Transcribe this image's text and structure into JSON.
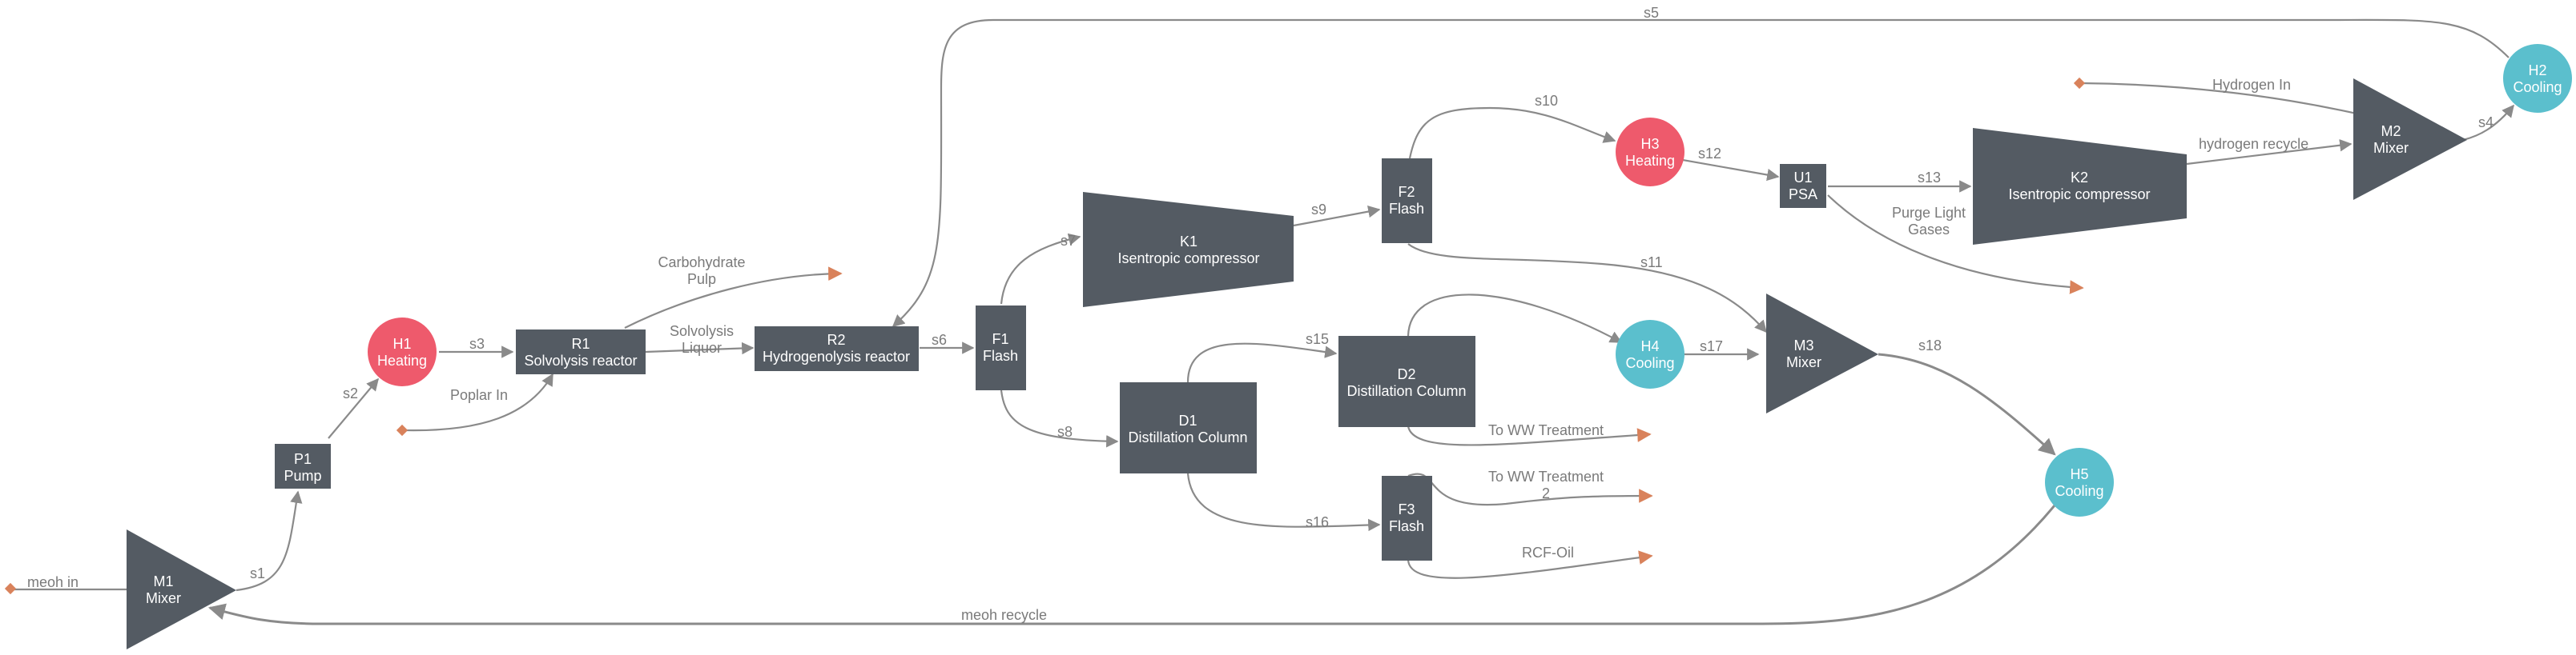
{
  "colors": {
    "unit": "#545b63",
    "heating": "#ee5a6c",
    "cooling": "#5bbfcd",
    "terminal": "#d9825b",
    "edge": "#8a8a8a"
  },
  "units": {
    "M1": {
      "id": "M1",
      "name": "Mixer"
    },
    "P1": {
      "id": "P1",
      "name": "Pump"
    },
    "H1": {
      "id": "H1",
      "name": "Heating"
    },
    "R1": {
      "id": "R1",
      "name": "Solvolysis reactor"
    },
    "R2": {
      "id": "R2",
      "name": "Hydrogenolysis reactor"
    },
    "F1": {
      "id": "F1",
      "name": "Flash"
    },
    "K1": {
      "id": "K1",
      "name": "Isentropic compressor"
    },
    "F2": {
      "id": "F2",
      "name": "Flash"
    },
    "H3": {
      "id": "H3",
      "name": "Heating"
    },
    "U1": {
      "id": "U1",
      "name": "PSA"
    },
    "K2": {
      "id": "K2",
      "name": "Isentropic compressor"
    },
    "M2": {
      "id": "M2",
      "name": "Mixer"
    },
    "H2": {
      "id": "H2",
      "name": "Cooling"
    },
    "D1": {
      "id": "D1",
      "name": "Distillation Column"
    },
    "D2": {
      "id": "D2",
      "name": "Distillation Column"
    },
    "H4": {
      "id": "H4",
      "name": "Cooling"
    },
    "M3": {
      "id": "M3",
      "name": "Mixer"
    },
    "F3": {
      "id": "F3",
      "name": "Flash"
    },
    "H5": {
      "id": "H5",
      "name": "Cooling"
    }
  },
  "streams": {
    "meoh_in": "meoh in",
    "s1": "s1",
    "s2": "s2",
    "s3": "s3",
    "poplar_in": "Poplar In",
    "carb_pulp_1": "Carbohydrate",
    "carb_pulp_2": "Pulp",
    "solv_liq_1": "Solvolysis",
    "solv_liq_2": "Liquor",
    "s5": "s5",
    "s6": "s6",
    "s7": "s7",
    "s8": "s8",
    "s9": "s9",
    "s10": "s10",
    "s11": "s11",
    "s12": "s12",
    "s13": "s13",
    "purge_1": "Purge Light",
    "purge_2": "Gases",
    "hydrogen_recycle": "hydrogen recycle",
    "hydrogen_in": "Hydrogen In",
    "s4": "s4",
    "s15": "s15",
    "s16": "s16",
    "s17": "s17",
    "s18": "s18",
    "ww1": "To WW Treatment",
    "ww2_1": "To WW Treatment",
    "ww2_2": "2",
    "rcf_oil": "RCF-Oil",
    "meoh_recycle": "meoh recycle"
  }
}
